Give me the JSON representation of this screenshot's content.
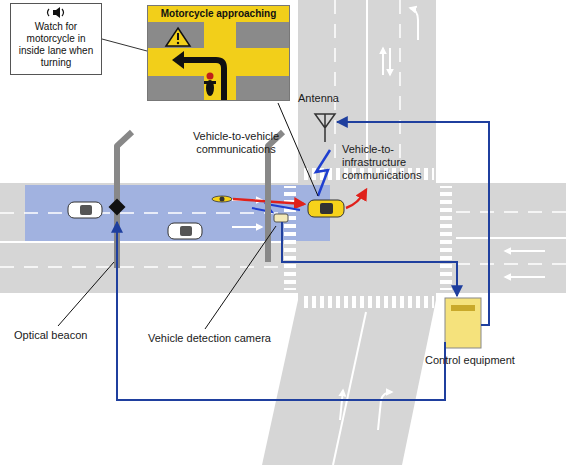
{
  "diagram": {
    "nodes": [
      {
        "text": [
          "Watch for motorcycle in inside lane when turning"
        ]
      },
      {
        "text": [
          "Motorcycle approaching"
        ]
      }
    ],
    "edges": [
      {
        "from": 0,
        "to": 1,
        "arrow": "none"
      }
    ],
    "labels": [
      "Antenna",
      "Vehicle-to-vehicle communications",
      "Vehicle-to-infrastructure communications",
      "Optical beacon",
      "Vehicle detection camera",
      "Control equipment"
    ]
  }
}
